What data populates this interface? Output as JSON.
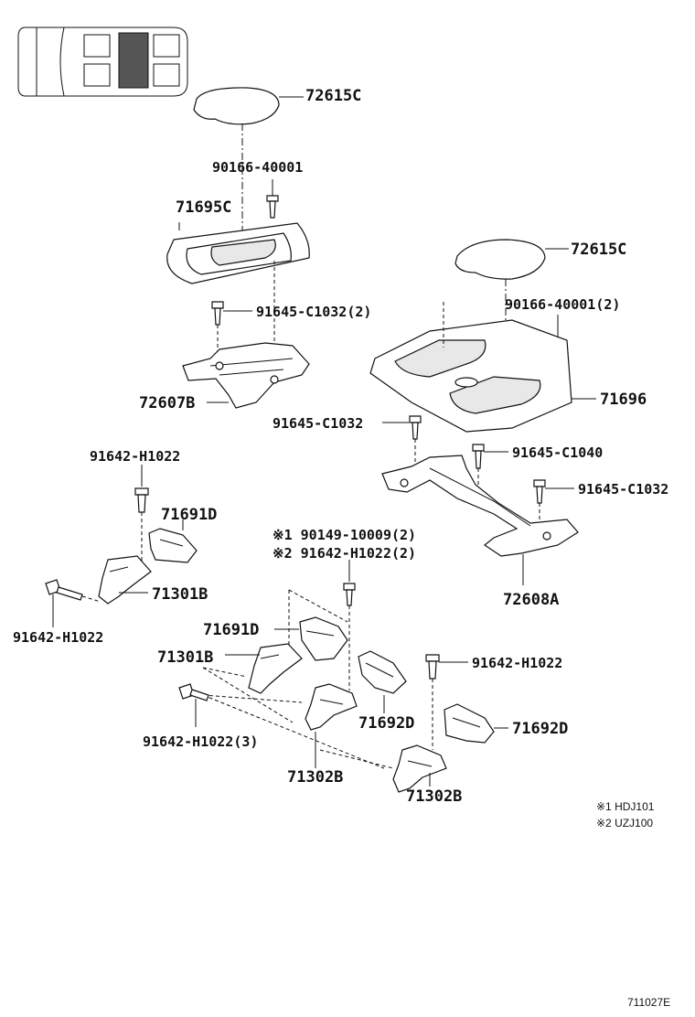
{
  "labels": {
    "l_72615c_top": "72615C",
    "l_90166_top": "90166-40001",
    "l_71695c": "71695C",
    "l_91645_c1032_2": "91645-C1032(2)",
    "l_72607b": "72607B",
    "l_72615c_right": "72615C",
    "l_90166_2": "90166-40001(2)",
    "l_71696": "71696",
    "l_91645_c1032_mid": "91645-C1032",
    "l_91645_c1040": "91645-C1040",
    "l_91645_c1032_right": "91645-C1032",
    "l_72608a": "72608A",
    "l_91642_h1022_a": "91642-H1022",
    "l_71691d_a": "71691D",
    "l_71301b_a": "71301B",
    "l_91642_h1022_b": "91642-H1022",
    "l_note1_part": "※1 90149-10009(2)",
    "l_note2_part": "※2 91642-H1022(2)",
    "l_71691d_b": "71691D",
    "l_71301b_b": "71301B",
    "l_91642_h1022_c": "91642-H1022",
    "l_71692d_a": "71692D",
    "l_71692d_b": "71692D",
    "l_91642_h1022_3": "91642-H1022(3)",
    "l_71302b_a": "71302B",
    "l_71302b_b": "71302B"
  },
  "notes": {
    "n1": "※1 HDJ101",
    "n2": "※2 UZJ100"
  },
  "figure_code": "711027E"
}
